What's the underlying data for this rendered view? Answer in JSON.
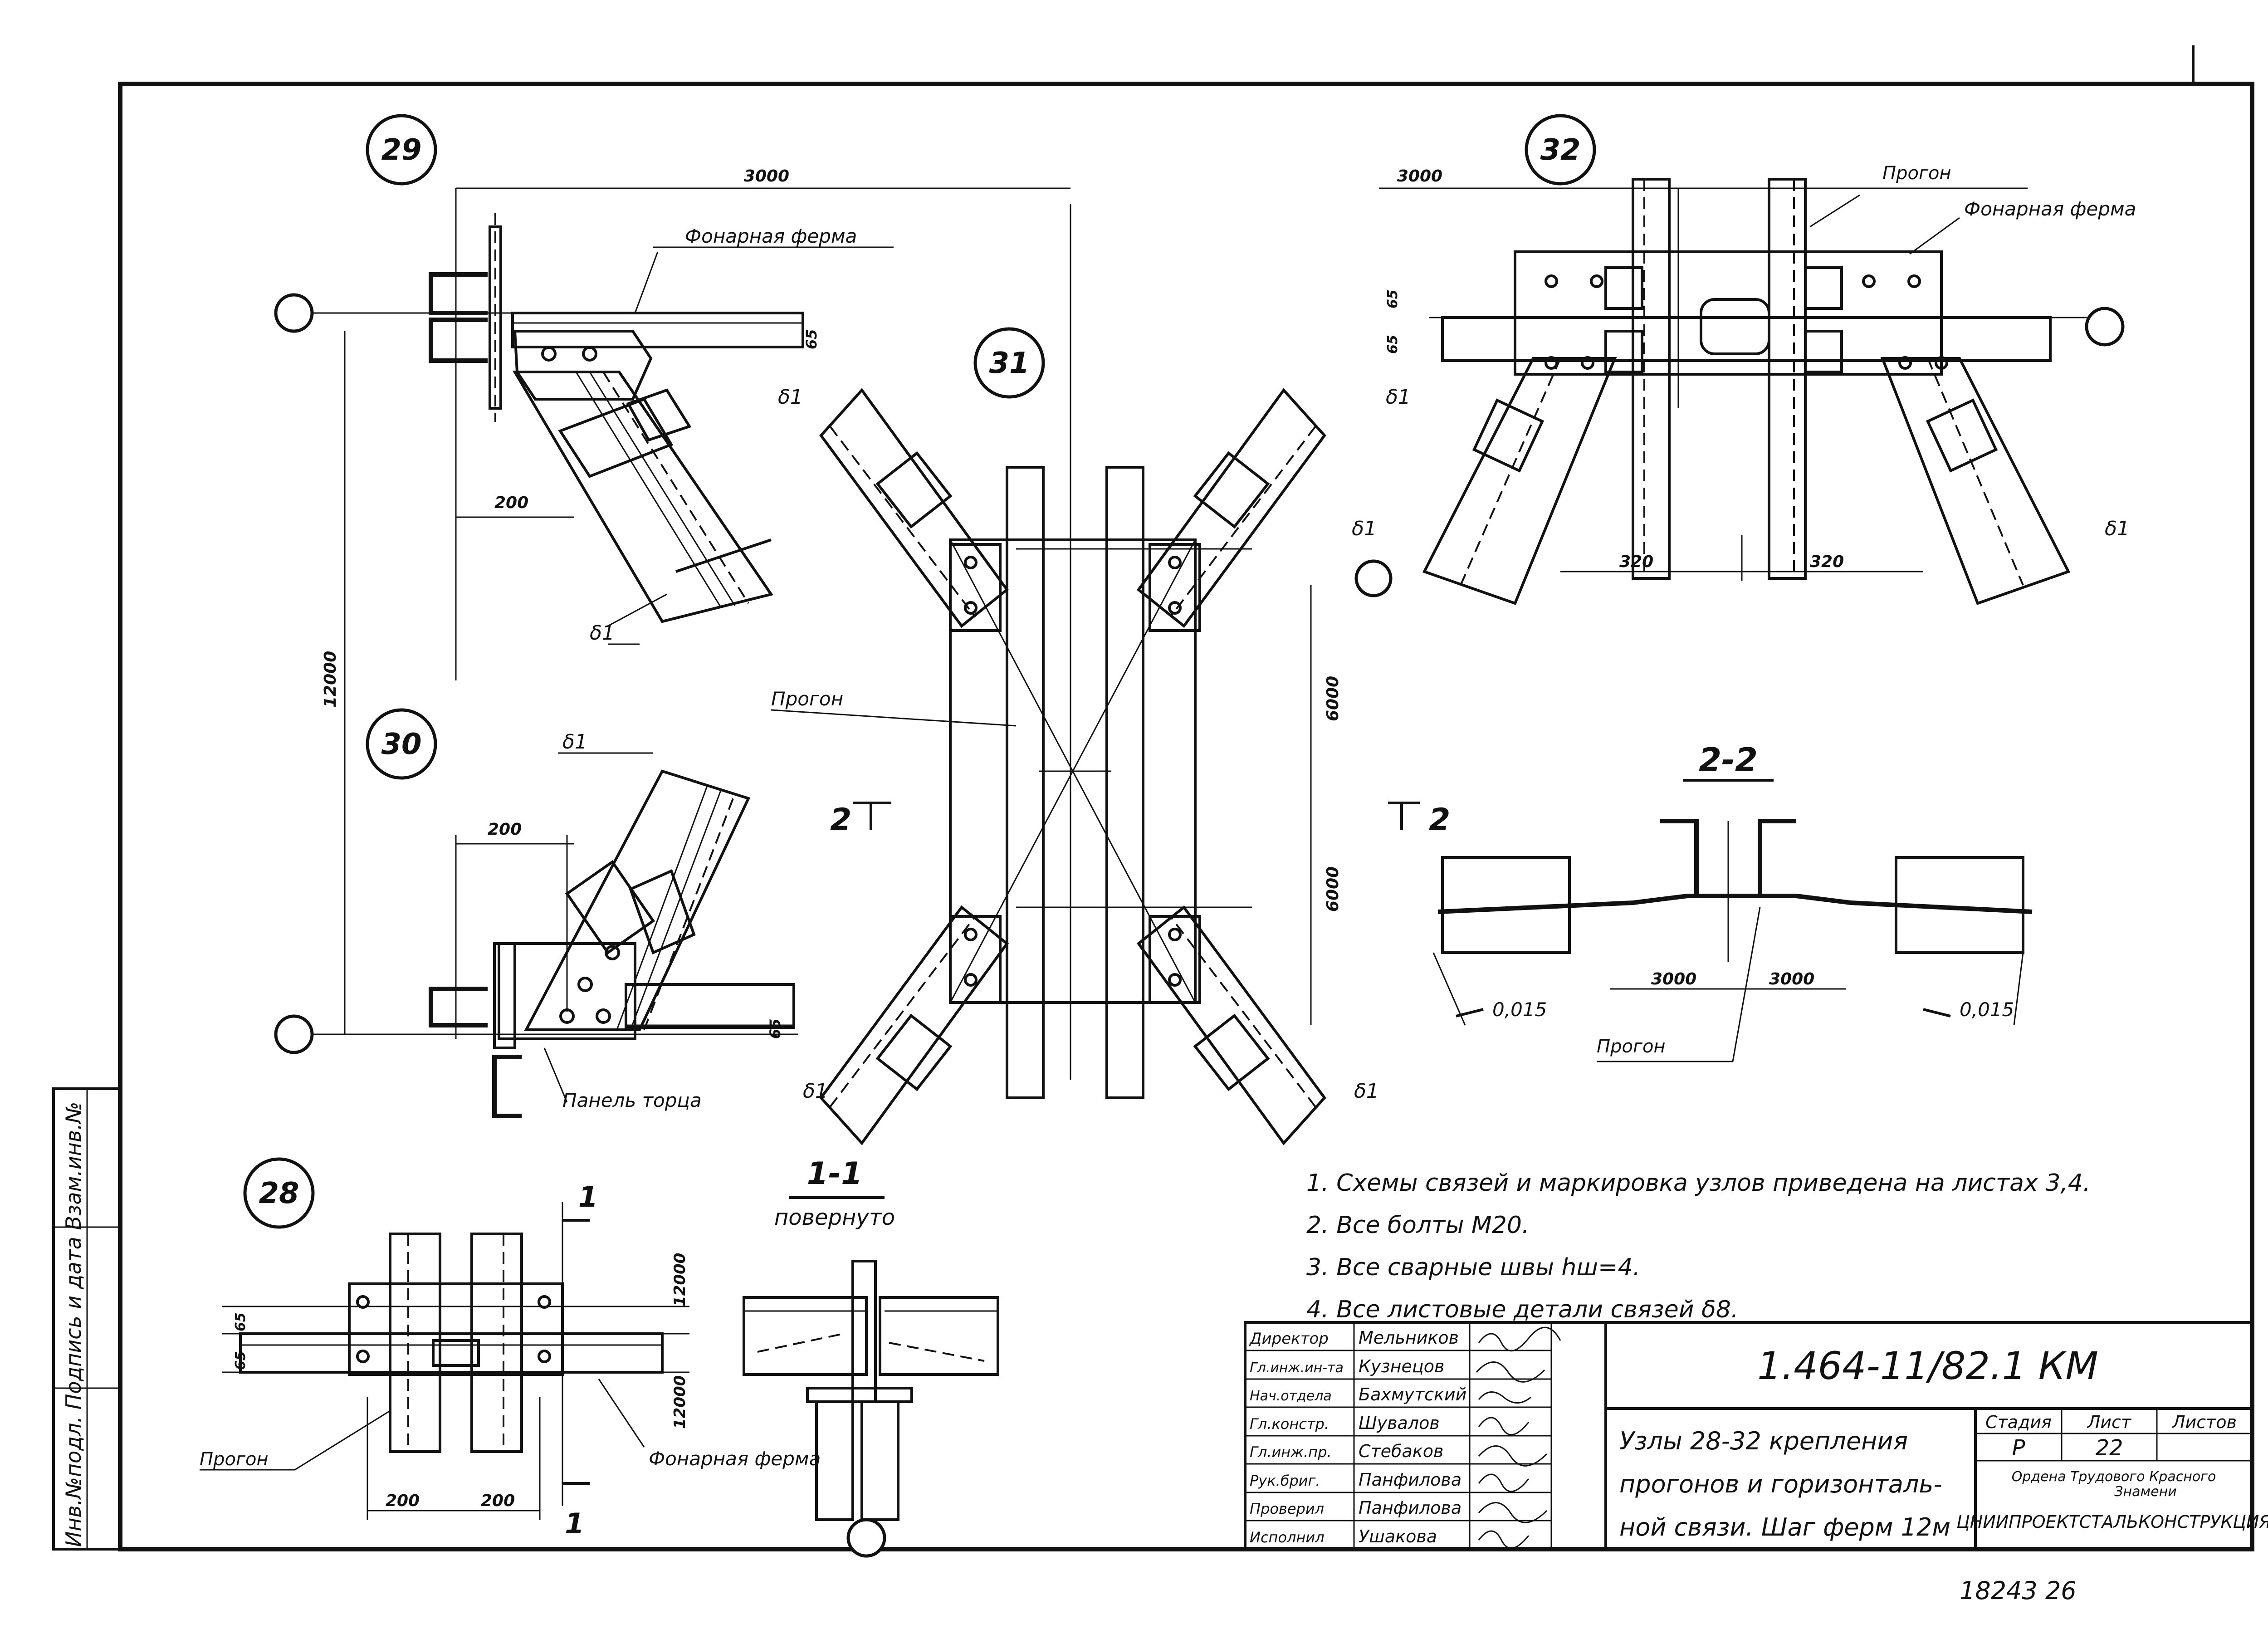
{
  "nodes": {
    "n29": "29",
    "n30": "30",
    "n31": "31",
    "n32": "32",
    "n28": "28"
  },
  "labels": {
    "fonarnaya_ferma": "Фонарная ферма",
    "progon": "Прогон",
    "panel_torca": "Панель торца",
    "delta1": "δ1",
    "section_2_2": "2-2",
    "section_1_1": "1-1",
    "povernuto": "повернуто",
    "mark_2": "2",
    "mark_1": "1",
    "slope_left": "0,015",
    "slope_right": "0,015"
  },
  "dimensions": {
    "d3000": "3000",
    "d200": "200",
    "d12000": "12000",
    "d6000": "6000",
    "d65": "65",
    "d320": "320"
  },
  "notes": [
    "1. Схемы связей и маркировка узлов приведена на листах 3,4.",
    "2. Все болты М20.",
    "3. Все сварные швы hш=4.",
    "4. Все листовые детали связей δ8."
  ],
  "title_block": {
    "code": "1.464-11/82.1 КМ",
    "title_lines": [
      "Узлы 28-32 крепления",
      "прогонов и горизонталь-",
      "ной связи. Шаг ферм 12м"
    ],
    "stage_header": "Стадия",
    "sheet_header": "Лист",
    "sheets_header": "Листов",
    "stage": "Р",
    "sheet": "22",
    "org_line1": "Ордена Трудового Красного",
    "org_line2": "Знамени",
    "org": "ЦНИИПРОЕКТСТАЛЬКОНСТРУКЦИЯ",
    "staff": [
      {
        "role": "Директор",
        "name": "Мельников"
      },
      {
        "role": "Гл.инж.ин-та",
        "name": "Кузнецов"
      },
      {
        "role": "Нач.отдела",
        "name": "Бахмутский"
      },
      {
        "role": "Гл.констр.",
        "name": "Шувалов"
      },
      {
        "role": "Гл.инж.пр.",
        "name": "Стебаков"
      },
      {
        "role": "Рук.бриг.",
        "name": "Панфилова"
      },
      {
        "role": "Проверил",
        "name": "Панфилова"
      },
      {
        "role": "Исполнил",
        "name": "Ушакова"
      }
    ]
  },
  "side_stamp": "Инв.№подл. Подпись и дата Взам.инв.№",
  "handwritten": "18243   26",
  "colors": {
    "ink": "#111111",
    "paper": "#ffffff"
  }
}
